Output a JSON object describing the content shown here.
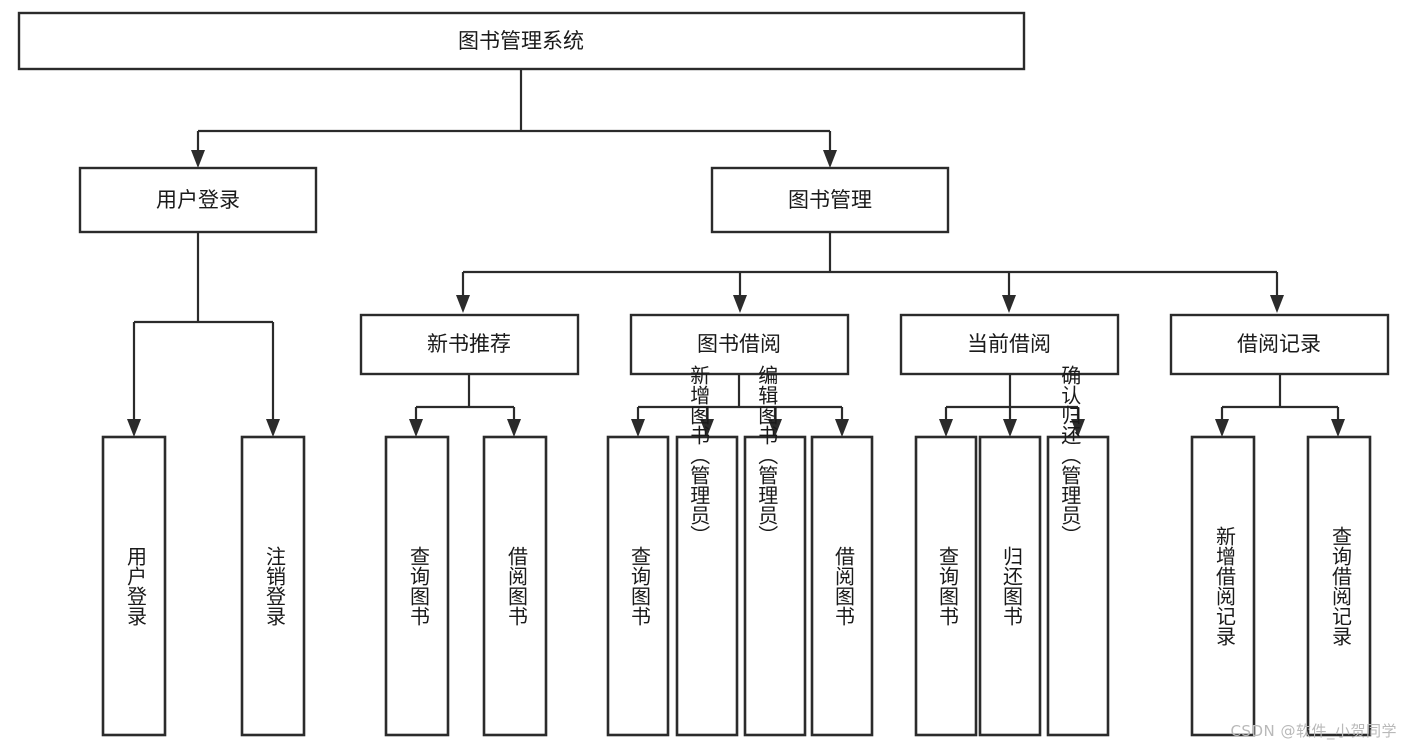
{
  "diagram": {
    "title": "图书管理系统",
    "watermark": "CSDN @软件_小贺同学",
    "type": "tree-hierarchy-diagram",
    "colors": {
      "box_stroke": "#2b2b2b",
      "box_fill": "#ffffff",
      "text": "#1a1a1a",
      "background": "#ffffff",
      "watermark": "#b9b9b9"
    },
    "root": {
      "label": "图书管理系统"
    },
    "level2": [
      {
        "label": "用户登录"
      },
      {
        "label": "图书管理"
      }
    ],
    "level3": [
      {
        "label": "新书推荐"
      },
      {
        "label": "图书借阅"
      },
      {
        "label": "当前借阅"
      },
      {
        "label": "借阅记录"
      }
    ],
    "leaves": {
      "user_login": [
        {
          "label": "用户登录"
        },
        {
          "label": "注销登录"
        }
      ],
      "new_book_recommend": [
        {
          "label": "查询图书"
        },
        {
          "label": "借阅图书"
        }
      ],
      "book_borrow": [
        {
          "label": "查询图书"
        },
        {
          "label": "新增图书（管理员）"
        },
        {
          "label": "编辑图书（管理员）"
        },
        {
          "label": "借阅图书"
        }
      ],
      "current_borrow": [
        {
          "label": "查询图书"
        },
        {
          "label": "归还图书"
        },
        {
          "label": "确认归还（管理员）"
        }
      ],
      "borrow_record": [
        {
          "label": "新增借阅记录"
        },
        {
          "label": "查询借阅记录"
        }
      ]
    }
  },
  "chart_data": {
    "type": "table",
    "title": "图书管理系统",
    "nodes": [
      {
        "id": "root",
        "label": "图书管理系统",
        "level": 0,
        "parent": null
      },
      {
        "id": "n1",
        "label": "用户登录",
        "level": 1,
        "parent": "root"
      },
      {
        "id": "n2",
        "label": "图书管理",
        "level": 1,
        "parent": "root"
      },
      {
        "id": "n1a",
        "label": "用户登录",
        "level": 2,
        "parent": "n1"
      },
      {
        "id": "n1b",
        "label": "注销登录",
        "level": 2,
        "parent": "n1"
      },
      {
        "id": "n2a",
        "label": "新书推荐",
        "level": 2,
        "parent": "n2"
      },
      {
        "id": "n2b",
        "label": "图书借阅",
        "level": 2,
        "parent": "n2"
      },
      {
        "id": "n2c",
        "label": "当前借阅",
        "level": 2,
        "parent": "n2"
      },
      {
        "id": "n2d",
        "label": "借阅记录",
        "level": 2,
        "parent": "n2"
      },
      {
        "id": "n2a1",
        "label": "查询图书",
        "level": 3,
        "parent": "n2a"
      },
      {
        "id": "n2a2",
        "label": "借阅图书",
        "level": 3,
        "parent": "n2a"
      },
      {
        "id": "n2b1",
        "label": "查询图书",
        "level": 3,
        "parent": "n2b"
      },
      {
        "id": "n2b2",
        "label": "新增图书（管理员）",
        "level": 3,
        "parent": "n2b"
      },
      {
        "id": "n2b3",
        "label": "编辑图书（管理员）",
        "level": 3,
        "parent": "n2b"
      },
      {
        "id": "n2b4",
        "label": "借阅图书",
        "level": 3,
        "parent": "n2b"
      },
      {
        "id": "n2c1",
        "label": "查询图书",
        "level": 3,
        "parent": "n2c"
      },
      {
        "id": "n2c2",
        "label": "归还图书",
        "level": 3,
        "parent": "n2c"
      },
      {
        "id": "n2c3",
        "label": "确认归还（管理员）",
        "level": 3,
        "parent": "n2c"
      },
      {
        "id": "n2d1",
        "label": "新增借阅记录",
        "level": 3,
        "parent": "n2d"
      },
      {
        "id": "n2d2",
        "label": "查询借阅记录",
        "level": 3,
        "parent": "n2d"
      }
    ]
  }
}
